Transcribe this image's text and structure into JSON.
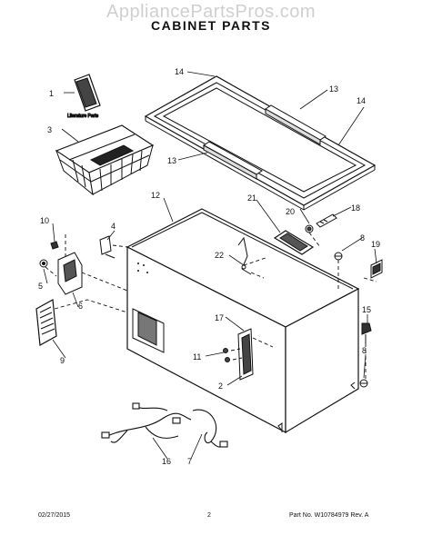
{
  "watermark": "AppliancePartsPros.com",
  "title": "CABINET PARTS",
  "literature_label": "Literature Parts",
  "callouts": {
    "c1": "1",
    "c2": "2",
    "c3": "3",
    "c4": "4",
    "c5": "5",
    "c6": "6",
    "c7": "7",
    "c8a": "8",
    "c8b": "8",
    "c9": "9",
    "c10": "10",
    "c11": "11",
    "c12": "12",
    "c13a": "13",
    "c13b": "13",
    "c14a": "14",
    "c14b": "14",
    "c15": "15",
    "c16": "16",
    "c17": "17",
    "c18": "18",
    "c19": "19",
    "c20": "20",
    "c21": "21",
    "c22": "22"
  },
  "footer": {
    "date": "02/27/2015",
    "page": "2",
    "part_no": "Part No. W10784979  Rev. A"
  }
}
